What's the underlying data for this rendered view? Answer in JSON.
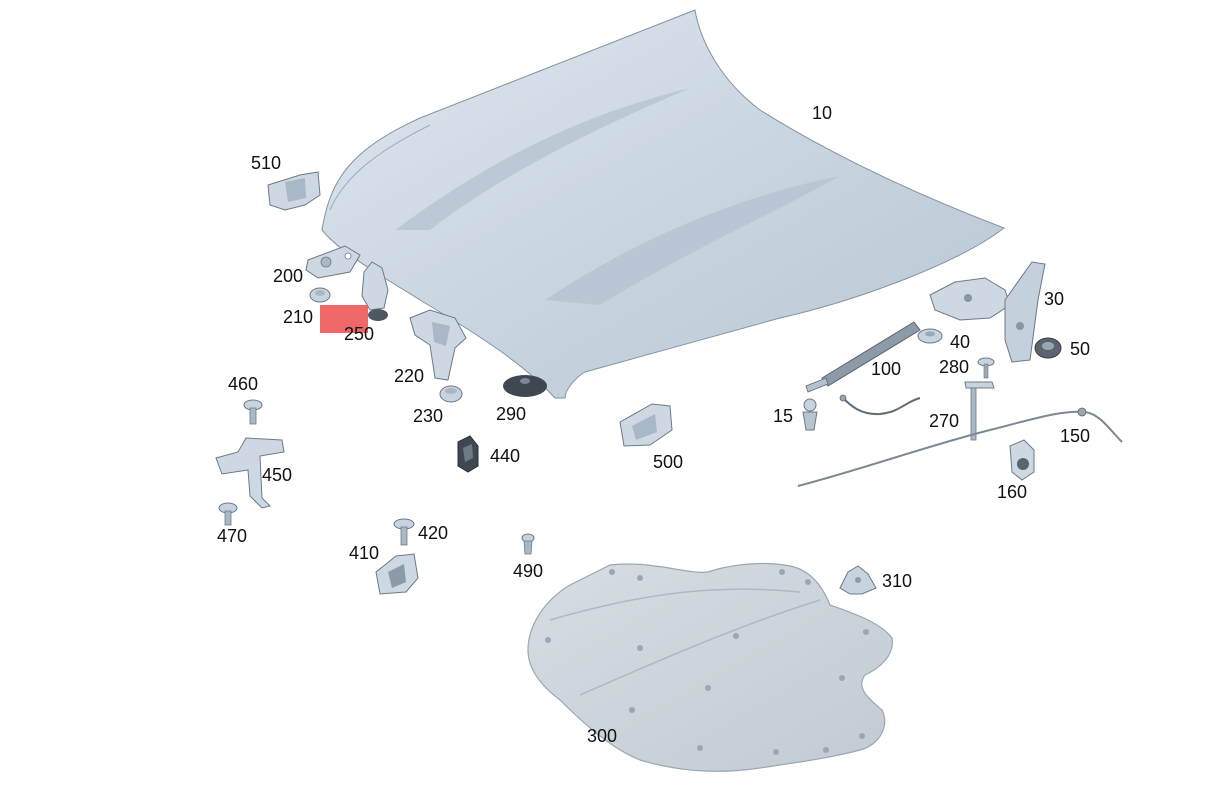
{
  "colors": {
    "part_fill": "#c7d3de",
    "part_shade": "#a9b8c6",
    "part_dark": "#7f8e9c",
    "outline": "#5c6670",
    "panel_fill": "#cdd5dc",
    "highlight": "#ee5a5a",
    "label": "#111111"
  },
  "highlight_marker": {
    "part": "250"
  },
  "parts": [
    {
      "id": "p10",
      "label": "10",
      "icon": "bonnet-hood-icon"
    },
    {
      "id": "p510",
      "label": "510",
      "icon": "bracket-icon"
    },
    {
      "id": "p200",
      "label": "200",
      "icon": "striker-plate-icon"
    },
    {
      "id": "p210",
      "label": "210",
      "icon": "rubber-buffer-icon"
    },
    {
      "id": "p250",
      "label": "250",
      "icon": "adjustable-stop-icon"
    },
    {
      "id": "p220",
      "label": "220",
      "icon": "hinge-bracket-icon"
    },
    {
      "id": "p230",
      "label": "230",
      "icon": "grommet-icon"
    },
    {
      "id": "p290",
      "label": "290",
      "icon": "seal-cap-icon"
    },
    {
      "id": "p440",
      "label": "440",
      "icon": "clip-icon"
    },
    {
      "id": "p500",
      "label": "500",
      "icon": "bracket-icon"
    },
    {
      "id": "p30",
      "label": "30",
      "icon": "hood-hinge-icon"
    },
    {
      "id": "p40",
      "label": "40",
      "icon": "washer-icon"
    },
    {
      "id": "p50",
      "label": "50",
      "icon": "nut-icon"
    },
    {
      "id": "p100",
      "label": "100",
      "icon": "gas-strut-icon"
    },
    {
      "id": "p280",
      "label": "280",
      "icon": "screw-icon"
    },
    {
      "id": "p15",
      "label": "15",
      "icon": "ball-stud-icon"
    },
    {
      "id": "p270",
      "label": "270",
      "icon": "prop-rod-icon"
    },
    {
      "id": "p150",
      "label": "150",
      "icon": "release-cable-icon"
    },
    {
      "id": "p160",
      "label": "160",
      "icon": "cable-holder-icon"
    },
    {
      "id": "p460",
      "label": "460",
      "icon": "bolt-icon"
    },
    {
      "id": "p450",
      "label": "450",
      "icon": "bracket-icon"
    },
    {
      "id": "p470",
      "label": "470",
      "icon": "bolt-icon"
    },
    {
      "id": "p420",
      "label": "420",
      "icon": "bolt-icon"
    },
    {
      "id": "p410",
      "label": "410",
      "icon": "hood-latch-icon"
    },
    {
      "id": "p490",
      "label": "490",
      "icon": "expanding-rivet-icon"
    },
    {
      "id": "p310",
      "label": "310",
      "icon": "fastener-clip-icon"
    },
    {
      "id": "p300",
      "label": "300",
      "icon": "insulation-mat-icon"
    }
  ]
}
